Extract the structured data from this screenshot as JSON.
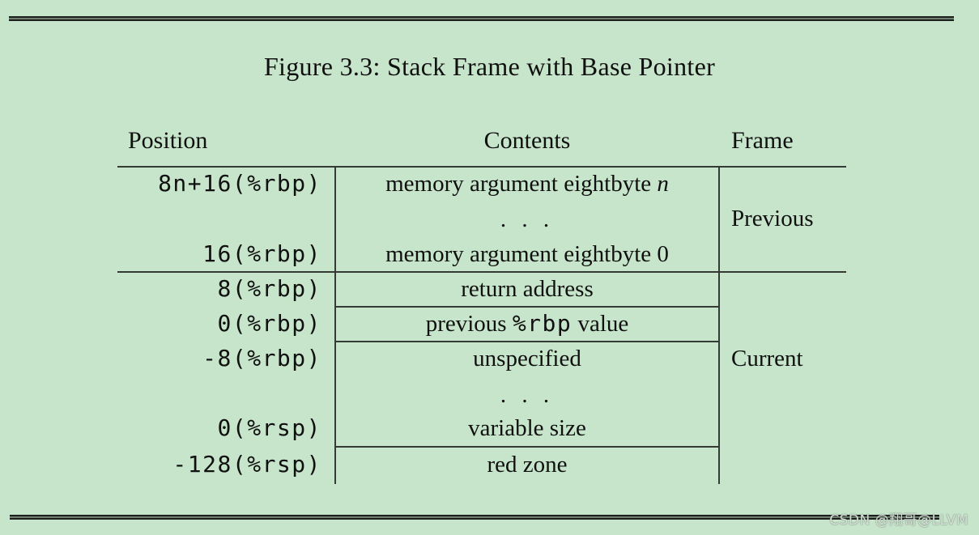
{
  "page": {
    "background_color": "#c6e5ca",
    "rule_color": "#1d1f1d",
    "table_line_color": "#343a34",
    "text_color": "#101010"
  },
  "figure": {
    "title": "Figure 3.3: Stack Frame with Base Pointer"
  },
  "table": {
    "headers": {
      "position": "Position",
      "contents": "Contents",
      "frame": "Frame"
    },
    "rows": [
      {
        "pos": "8n+16(%rbp)",
        "text": "memory argument eightbyte ",
        "suffix_italic": "n"
      },
      {
        "pos": "",
        "text": ". . ."
      },
      {
        "pos": "16(%rbp)",
        "text": "memory argument eightbyte 0"
      },
      {
        "pos": "8(%rbp)",
        "text": "return address"
      },
      {
        "pos": "0(%rbp)",
        "text_pre": "previous ",
        "text_mono": "%rbp",
        "text_post": " value"
      },
      {
        "pos": "-8(%rbp)",
        "text": "unspecified"
      },
      {
        "pos": "",
        "text": ". . ."
      },
      {
        "pos": "0(%rsp)",
        "text": "variable size"
      },
      {
        "pos": "-128(%rsp)",
        "text": "red zone"
      }
    ],
    "frames": {
      "previous": "Previous",
      "current": "Current"
    }
  },
  "watermark": {
    "text": "CSDN @翔哥@LLVM"
  }
}
